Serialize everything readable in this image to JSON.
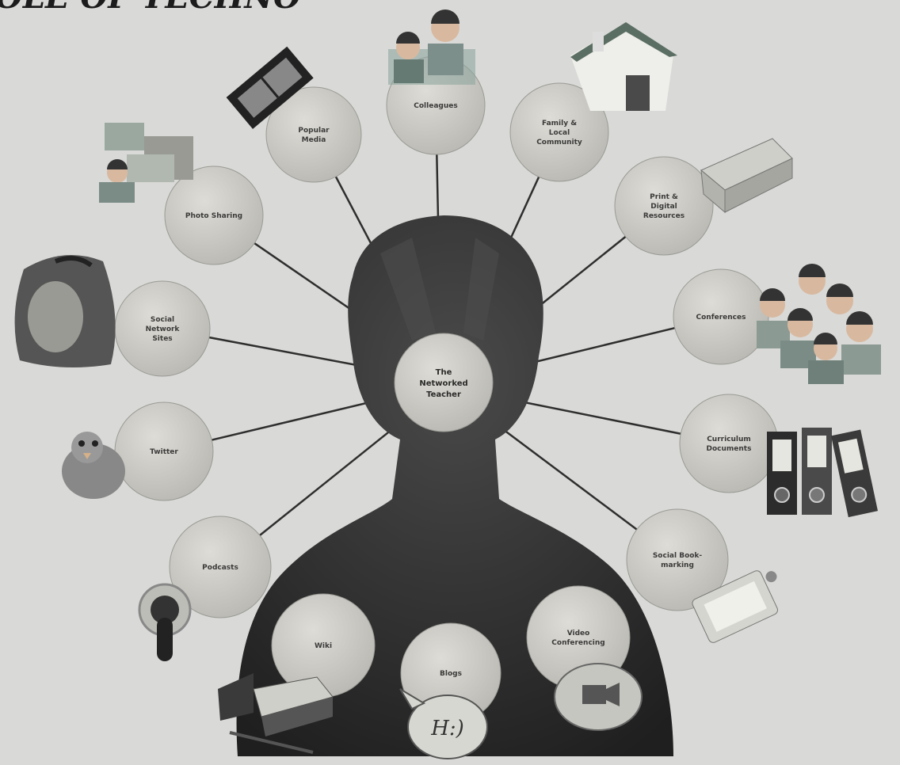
{
  "title": "OLE OF TECHNO",
  "center": {
    "lines": [
      "The",
      "Networked",
      "Teacher"
    ]
  },
  "nodes": [
    {
      "id": "colleagues",
      "lines": [
        "Colleagues"
      ]
    },
    {
      "id": "popular-media",
      "lines": [
        "Popular",
        "Media"
      ]
    },
    {
      "id": "family-local-community",
      "lines": [
        "Family &",
        "Local",
        "Community"
      ]
    },
    {
      "id": "photo-sharing",
      "lines": [
        "Photo Sharing"
      ]
    },
    {
      "id": "print-digital-resources",
      "lines": [
        "Print &",
        "Digital",
        "Resources"
      ]
    },
    {
      "id": "social-network-sites",
      "lines": [
        "Social",
        "Network",
        "Sites"
      ]
    },
    {
      "id": "conferences",
      "lines": [
        "Conferences"
      ]
    },
    {
      "id": "twitter",
      "lines": [
        "Twitter"
      ]
    },
    {
      "id": "curriculum-documents",
      "lines": [
        "Curriculum",
        "Documents"
      ]
    },
    {
      "id": "podcasts",
      "lines": [
        "Podcasts"
      ]
    },
    {
      "id": "social-bookmarking",
      "lines": [
        "Social Book-",
        "marking"
      ]
    },
    {
      "id": "wiki",
      "lines": [
        "Wiki"
      ]
    },
    {
      "id": "blogs",
      "lines": [
        "Blogs"
      ]
    },
    {
      "id": "video-conferencing",
      "lines": [
        "Video",
        "Conferencing"
      ]
    }
  ],
  "colors": {
    "background": "#d9d9d7",
    "bubble": "#c9c8c3",
    "head": "#2b2b2b",
    "connector": "#2e2e2e"
  },
  "icons": {
    "colleagues": "two-people-icon",
    "popular-media": "film-strip-icon",
    "family-local-community": "house-icon",
    "photo-sharing": "photos-person-icon",
    "print-digital-resources": "printer-icon",
    "social-network-sites": "backpack-icon",
    "conferences": "group-people-icon",
    "twitter": "bird-icon",
    "curriculum-documents": "binders-icon",
    "podcasts": "podcast-icon",
    "social-bookmarking": "tag-icon",
    "wiki": "books-icon",
    "blogs": "blog-bubble-icon",
    "video-conferencing": "video-camera-icon"
  },
  "blog_bubble_text": "H:)"
}
